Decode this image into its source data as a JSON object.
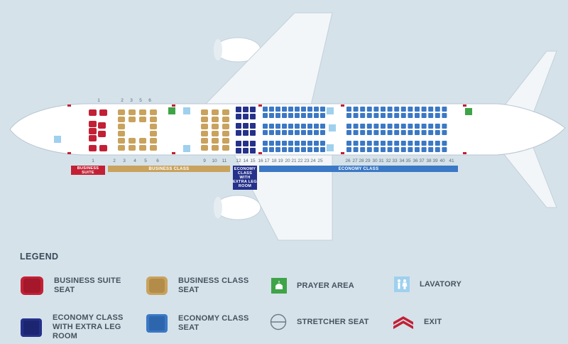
{
  "colors": {
    "business_suite": "#c32035",
    "business_class": "#c9a25d",
    "economy_extra": "#25318a",
    "economy": "#3b78c5",
    "prayer": "#3ea447",
    "lavatory": "#9fd0ee",
    "exit": "#c32035"
  },
  "cabin": {
    "business_suite_row_top": "1",
    "business_class_rows_top": [
      "2",
      "3",
      "5",
      "6"
    ],
    "business_rows_bottom": [
      "1",
      "2",
      "3",
      "4",
      "5",
      "6",
      "9",
      "10",
      "11"
    ],
    "extra_rows_bottom": [
      "12",
      "14",
      "15"
    ],
    "economy_rows_bottom": [
      "16",
      "17",
      "18",
      "19",
      "20",
      "21",
      "22",
      "23",
      "24",
      "25",
      "26",
      "27",
      "28",
      "29",
      "30",
      "31",
      "32",
      "33",
      "34",
      "35",
      "36",
      "37",
      "38",
      "39",
      "40",
      "41"
    ]
  },
  "sections": {
    "business_suite": "BUSINESS SUITE",
    "business_class": "BUSINESS CLASS",
    "economy_extra": "ECONOMY CLASS WITH EXTRA LEG ROOM",
    "economy_class": "ECONOMY CLASS"
  },
  "legend": {
    "title": "LEGEND",
    "items": {
      "business_suite": "BUSINESS SUITE SEAT",
      "business_class": "BUSINESS CLASS SEAT",
      "prayer_area": "PRAYER AREA",
      "lavatory": "LAVATORY",
      "economy_extra": "ECONOMY CLASS WITH EXTRA LEG ROOM",
      "economy": "ECONOMY CLASS SEAT",
      "stretcher": "STRETCHER SEAT",
      "exit": "EXIT"
    }
  }
}
